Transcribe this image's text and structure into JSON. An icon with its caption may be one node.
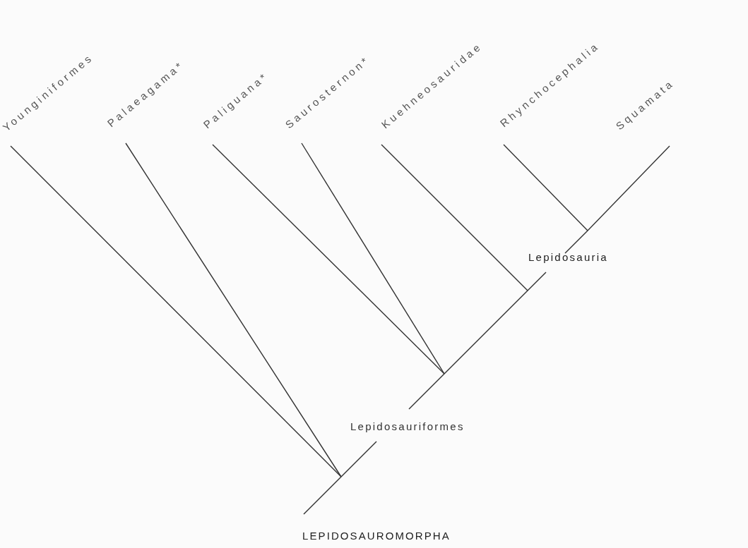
{
  "diagram": {
    "nodes": [
      {
        "text": [
          "Younginiformes"
        ]
      },
      {
        "text": [
          "Palaeagama*"
        ]
      },
      {
        "text": [
          "Paliguana*"
        ]
      },
      {
        "text": [
          "Saurosternon*"
        ]
      },
      {
        "text": [
          "Kuehneosauridae"
        ]
      },
      {
        "text": [
          "Rhynchocephalia"
        ]
      },
      {
        "text": [
          "Squamata"
        ]
      }
    ],
    "edges": [
      {
        "from": 0,
        "to": null,
        "arrow": "none"
      },
      {
        "from": 1,
        "to": null,
        "arrow": "none"
      },
      {
        "from": 2,
        "to": null,
        "arrow": "none"
      },
      {
        "from": 3,
        "to": null,
        "arrow": "none"
      },
      {
        "from": 4,
        "to": null,
        "arrow": "none"
      },
      {
        "from": 5,
        "to": null,
        "arrow": "none"
      },
      {
        "from": 6,
        "to": null,
        "arrow": "none"
      }
    ],
    "labels": [
      "Lepidosauria",
      "Lepidosauriformes",
      "LEPIDOSAUROMORPHA"
    ]
  }
}
